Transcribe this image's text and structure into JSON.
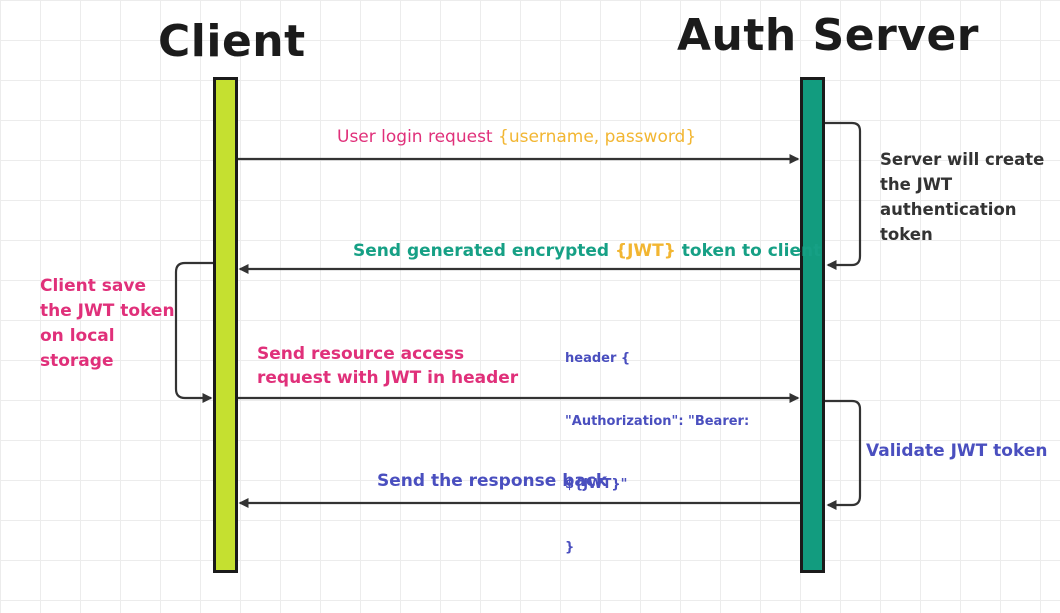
{
  "actors": {
    "client": {
      "title": "Client",
      "bar_color": "#c5e030"
    },
    "server": {
      "title": "Auth Server",
      "bar_color": "#129c7f"
    }
  },
  "messages": {
    "login": {
      "text": "User login request ",
      "param": "{username, password}",
      "text_color": "#e0307a",
      "param_color": "#f2b632"
    },
    "server_note": {
      "text": "Server will create the JWT authentication token",
      "color": "#333333"
    },
    "send_token": {
      "text_before": "Send generated encrypted ",
      "param": "{JWT}",
      "text_after": " token to client",
      "text_color": "#16a085",
      "param_color": "#f2b632"
    },
    "client_note": {
      "text": "Client save the JWT token on local storage",
      "color": "#e0307a"
    },
    "resource_request": {
      "text": "Send resource access request with JWT in header",
      "color": "#e0307a"
    },
    "header_code": {
      "lines": [
        "header {",
        "\"Authorization\": \"Bearer:",
        "${JWT}\"",
        "}"
      ],
      "color": "#4a4fbf"
    },
    "validate": {
      "text": "Validate JWT token",
      "color": "#4a4fbf"
    },
    "response": {
      "text": "Send the response back",
      "color": "#4a4fbf"
    }
  },
  "arrow_color": "#333333"
}
